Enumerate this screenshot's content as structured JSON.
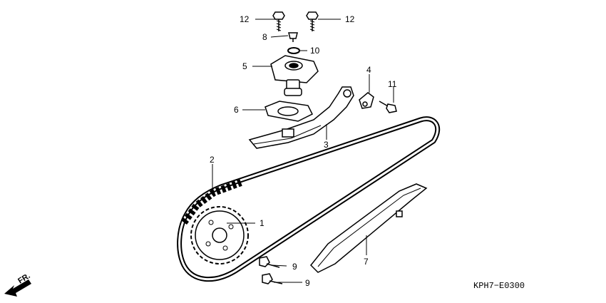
{
  "callouts": {
    "p1": "1",
    "p2": "2",
    "p3": "3",
    "p4": "4",
    "p5": "5",
    "p6": "6",
    "p7": "7",
    "p8": "8",
    "p9a": "9",
    "p9b": "9",
    "p10": "10",
    "p11": "11",
    "p12a": "12",
    "p12b": "12"
  },
  "direction_label": "FR.",
  "diagram_code": "KPH7−E0300"
}
